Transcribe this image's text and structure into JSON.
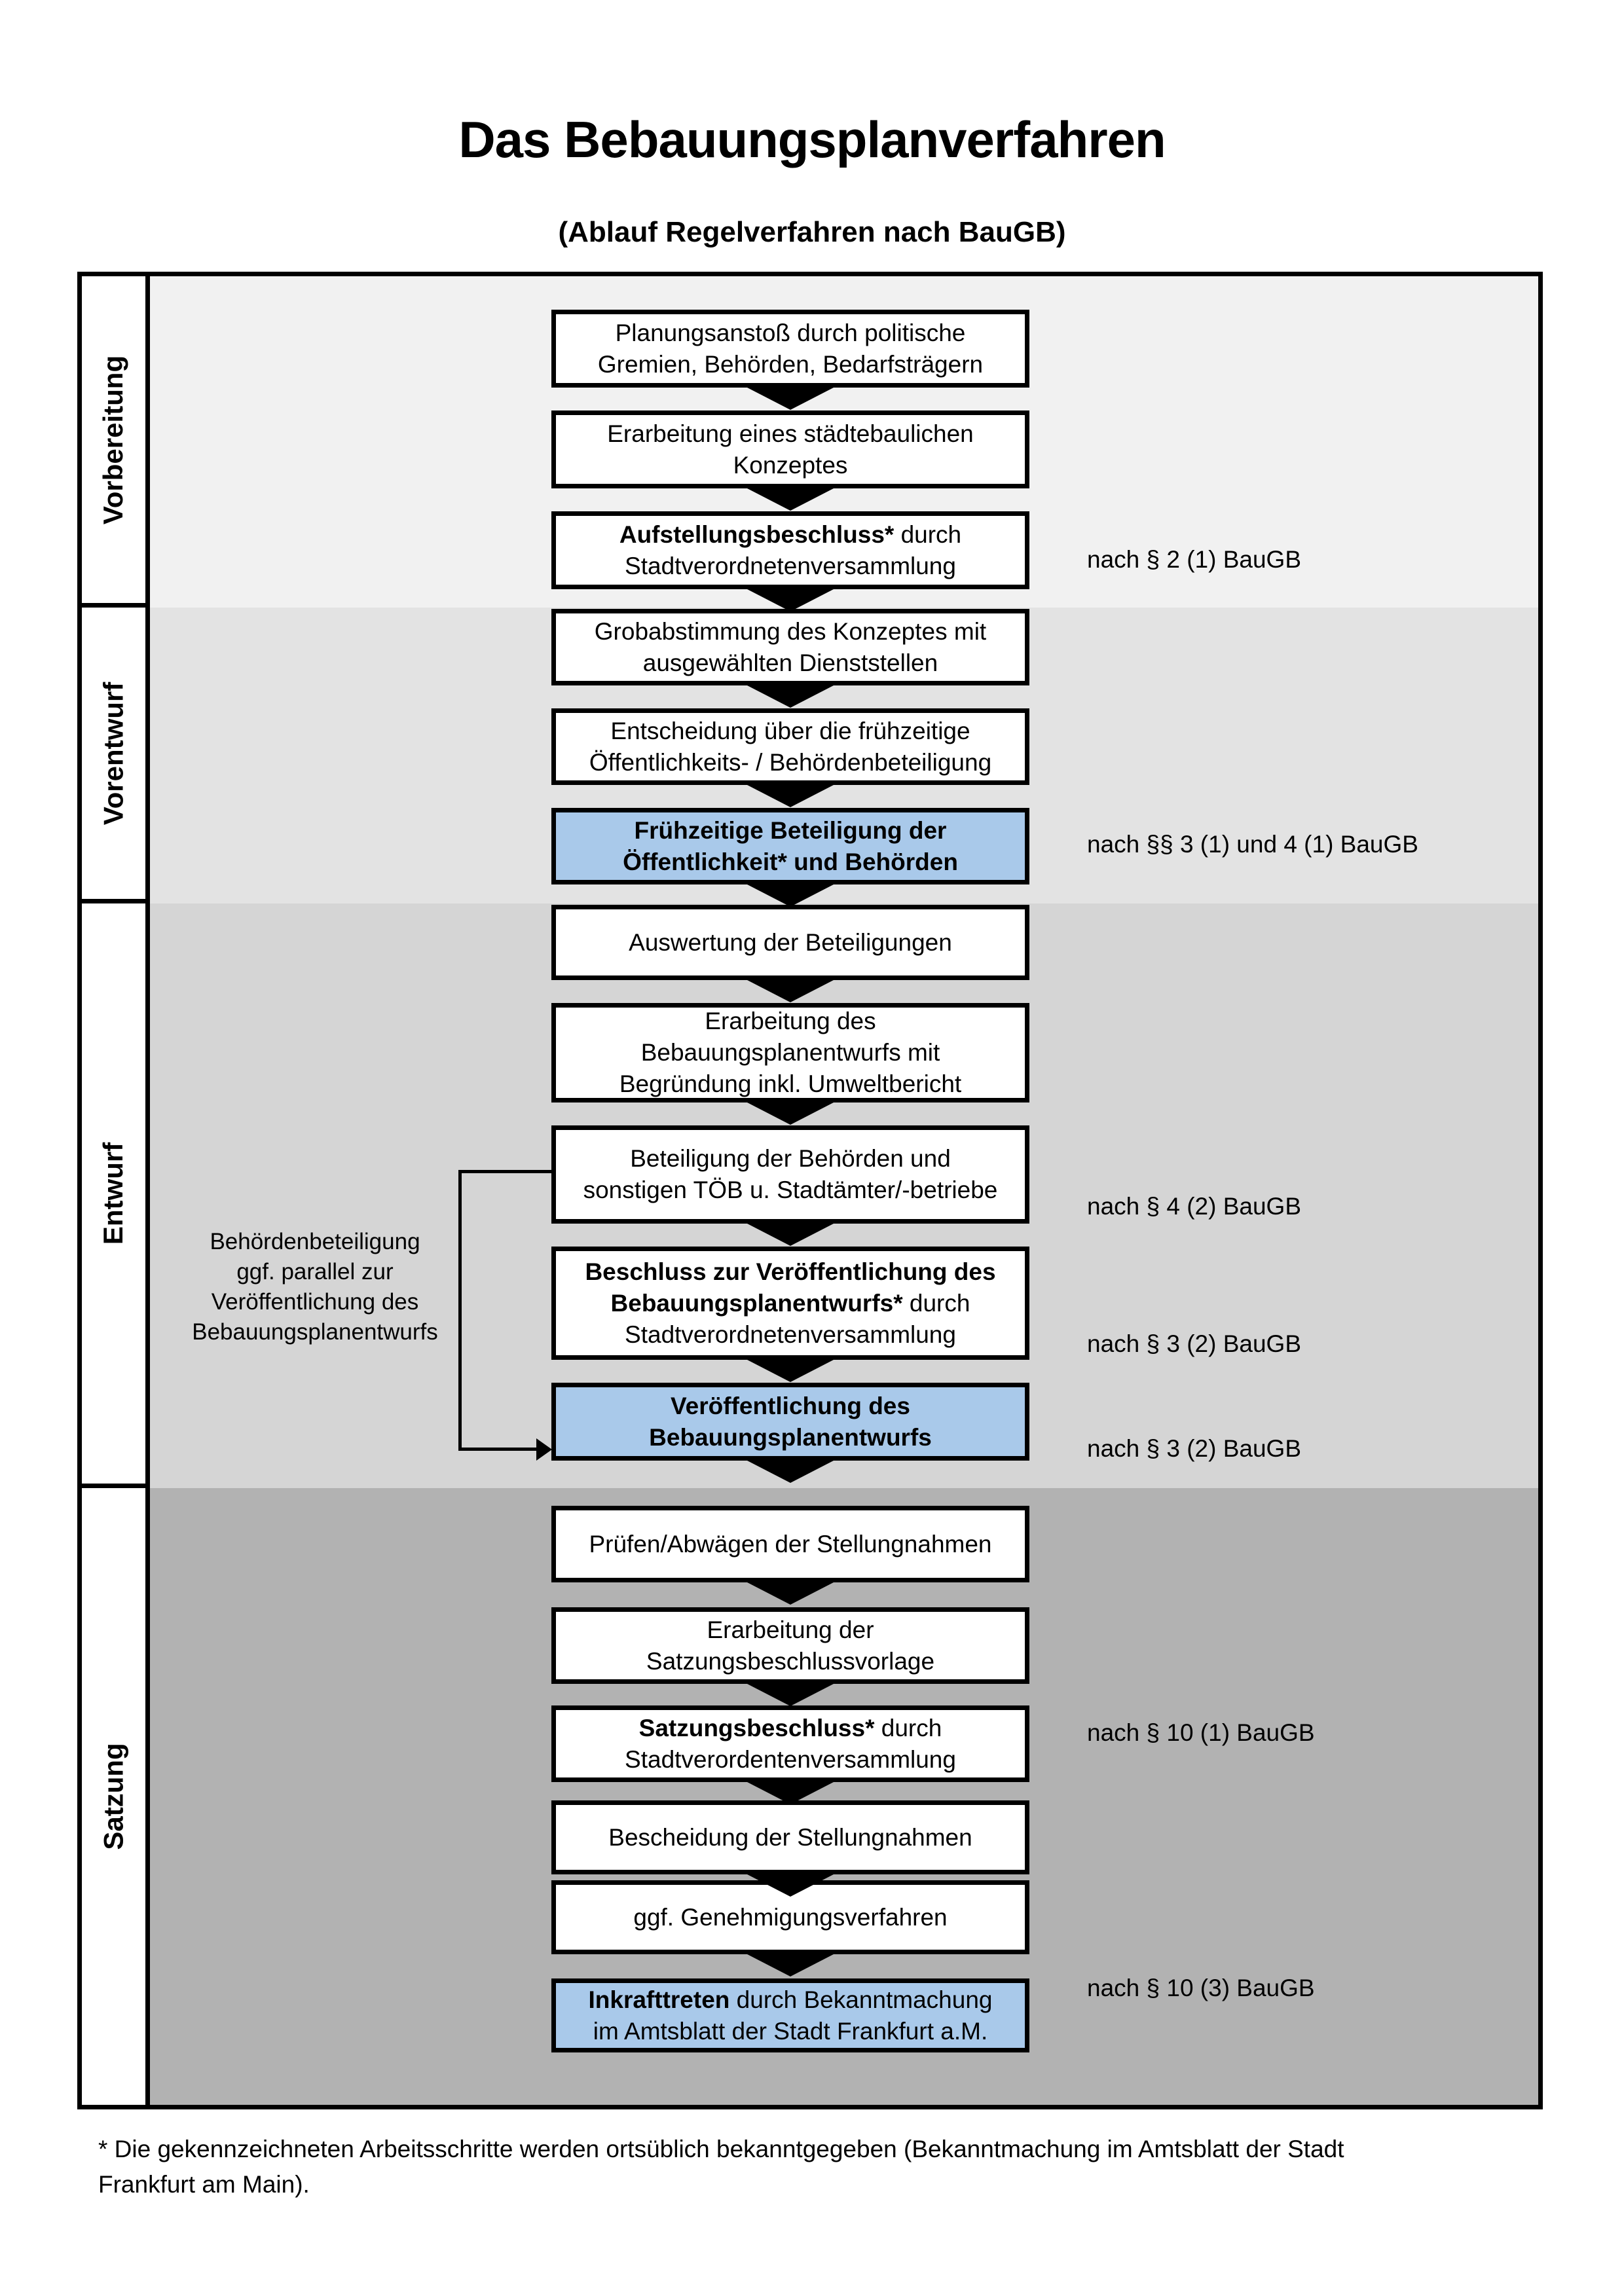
{
  "title": "Das Bebauungsplanverfahren",
  "subtitle": "(Ablauf Regelverfahren nach BauGB)",
  "colors": {
    "highlight_blue": "#a9c9ea",
    "border_black": "#000000",
    "phase_band_colors": [
      "#f1f1f1",
      "#e3e3e3",
      "#d5d5d5",
      "#b2b2b2"
    ]
  },
  "phases": [
    {
      "label": "Vorbereitung",
      "band_color": "#f1f1f1"
    },
    {
      "label": "Vorentwurf",
      "band_color": "#e3e3e3"
    },
    {
      "label": "Entwurf",
      "band_color": "#d5d5d5"
    },
    {
      "label": "Satzung",
      "band_color": "#b2b2b2"
    }
  ],
  "flow": {
    "boxes": [
      {
        "phase": "Vorbereitung",
        "highlight": false,
        "lines": [
          [
            {
              "t": "Planungsanstoß durch politische",
              "b": false
            }
          ],
          [
            {
              "t": "Gremien, Behörden, Bedarfsträgern",
              "b": false
            }
          ]
        ]
      },
      {
        "phase": "Vorbereitung",
        "highlight": false,
        "lines": [
          [
            {
              "t": "Erarbeitung eines städtebaulichen",
              "b": false
            }
          ],
          [
            {
              "t": "Konzeptes",
              "b": false
            }
          ]
        ]
      },
      {
        "phase": "Vorbereitung",
        "highlight": false,
        "lines": [
          [
            {
              "t": "Aufstellungsbeschluss*",
              "b": true
            },
            {
              "t": " durch",
              "b": false
            }
          ],
          [
            {
              "t": "Stadtverordnetenversammlung",
              "b": false
            }
          ]
        ]
      },
      {
        "phase": "Vorentwurf",
        "highlight": false,
        "lines": [
          [
            {
              "t": "Grobabstimmung des Konzeptes mit",
              "b": false
            }
          ],
          [
            {
              "t": "ausgewählten Dienststellen",
              "b": false
            }
          ]
        ]
      },
      {
        "phase": "Vorentwurf",
        "highlight": false,
        "lines": [
          [
            {
              "t": "Entscheidung über die frühzeitige",
              "b": false
            }
          ],
          [
            {
              "t": "Öffentlichkeits- / Behördenbeteiligung",
              "b": false
            }
          ]
        ]
      },
      {
        "phase": "Vorentwurf",
        "highlight": true,
        "lines": [
          [
            {
              "t": "Frühzeitige Beteiligung der",
              "b": true
            }
          ],
          [
            {
              "t": "Öffentlichkeit* und Behörden",
              "b": true
            }
          ]
        ]
      },
      {
        "phase": "Entwurf",
        "highlight": false,
        "lines": [
          [
            {
              "t": "Auswertung der Beteiligungen",
              "b": false
            }
          ]
        ]
      },
      {
        "phase": "Entwurf",
        "highlight": false,
        "lines": [
          [
            {
              "t": "Erarbeitung des",
              "b": false
            }
          ],
          [
            {
              "t": "Bebauungsplanentwurfs mit",
              "b": false
            }
          ],
          [
            {
              "t": "Begründung inkl. Umweltbericht",
              "b": false
            }
          ]
        ]
      },
      {
        "phase": "Entwurf",
        "highlight": false,
        "lines": [
          [
            {
              "t": "Beteiligung der Behörden und",
              "b": false
            }
          ],
          [
            {
              "t": "sonstigen TÖB u. Stadtämter/-betriebe",
              "b": false
            }
          ]
        ]
      },
      {
        "phase": "Entwurf",
        "highlight": false,
        "lines": [
          [
            {
              "t": "Beschluss zur Veröffentlichung des",
              "b": true
            }
          ],
          [
            {
              "t": "Bebauungsplanentwurfs*",
              "b": true
            },
            {
              "t": " durch",
              "b": false
            }
          ],
          [
            {
              "t": "Stadtverordnetenversammlung",
              "b": false
            }
          ]
        ]
      },
      {
        "phase": "Entwurf",
        "highlight": true,
        "lines": [
          [
            {
              "t": "Veröffentlichung des",
              "b": true
            }
          ],
          [
            {
              "t": "Bebauungsplanentwurfs",
              "b": true
            }
          ]
        ]
      },
      {
        "phase": "Satzung",
        "highlight": false,
        "lines": [
          [
            {
              "t": "Prüfen/Abwägen der Stellungnahmen",
              "b": false
            }
          ]
        ]
      },
      {
        "phase": "Satzung",
        "highlight": false,
        "lines": [
          [
            {
              "t": "Erarbeitung der",
              "b": false
            }
          ],
          [
            {
              "t": "Satzungsbeschlussvorlage",
              "b": false
            }
          ]
        ]
      },
      {
        "phase": "Satzung",
        "highlight": false,
        "lines": [
          [
            {
              "t": "Satzungsbeschluss*",
              "b": true
            },
            {
              "t": " durch",
              "b": false
            }
          ],
          [
            {
              "t": "Stadtverordentenversammlung",
              "b": false
            }
          ]
        ]
      },
      {
        "phase": "Satzung",
        "highlight": false,
        "lines": [
          [
            {
              "t": "Bescheidung der Stellungnahmen",
              "b": false
            }
          ]
        ]
      },
      {
        "phase": "Satzung",
        "highlight": false,
        "lines": [
          [
            {
              "t": "ggf. Genehmigungsverfahren",
              "b": false
            }
          ]
        ]
      },
      {
        "phase": "Satzung",
        "highlight": true,
        "lines": [
          [
            {
              "t": "Inkrafttreten",
              "b": true
            },
            {
              "t": " durch Bekanntmachung",
              "b": false
            }
          ],
          [
            {
              "t": "im Amtsblatt der Stadt Frankfurt a.M.",
              "b": false
            }
          ]
        ]
      }
    ]
  },
  "legal_notes": [
    {
      "text": "nach § 2 (1) BauGB"
    },
    {
      "text": "nach §§ 3 (1) und 4 (1) BauGB"
    },
    {
      "text": "nach § 4 (2) BauGB"
    },
    {
      "text": "nach § 3 (2) BauGB"
    },
    {
      "text": "nach § 3 (2) BauGB"
    },
    {
      "text": "nach § 10 (1) BauGB"
    },
    {
      "text": "nach § 10 (3) BauGB"
    }
  ],
  "annotation": {
    "lines": [
      "Behördenbeteiligung",
      "ggf. parallel zur",
      "Veröffentlichung des",
      "Bebauungsplanentwurfs"
    ]
  },
  "footnote": {
    "lines": [
      "* Die gekennzeichneten Arbeitsschritte werden ortsüblich bekanntgegeben (Bekanntmachung im Amtsblatt  der Stadt",
      "Frankfurt am Main)."
    ]
  }
}
